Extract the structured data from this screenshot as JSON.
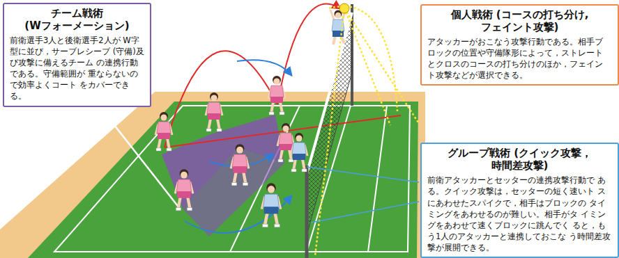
{
  "diagram": {
    "nodes": [
      {
        "text": [
          "チーム戦術 (Wフォーメーション)",
          "前衛選手3人と後衛選手2人が W字型に並び，サーブレシーブ (守備)及び攻撃に備えるチーム の連携行動である。守備範囲が 重ならないので効率よくコート をカバーできる。"
        ]
      },
      {
        "text": [
          "個人戦術 (コースの打ち分け,フェイント攻撃)",
          "アタッカーがおこなう攻撃行動である。相手ブ ロックの位置や守備隊形によって，ストレート とクロスのコースの打ち分けのほか，フェイン ト攻撃などが選択できる。"
        ]
      },
      {
        "text": [
          "グループ戦術 (クイック攻撃，時間差攻撃)",
          "前衛アタッカーとセッターの連携攻撃行動で ある。クイック攻撃は，セッターの短く速いト スにあわせたスパイクで，相手はブロックの タイミングをあわせるのが難しい。相手がタ イミングをあわせて速くブロックに跳んでく ると，もう1人のアタッカーと連携しておこな う時間差攻撃が展開できる。"
        ]
      }
    ]
  }
}
